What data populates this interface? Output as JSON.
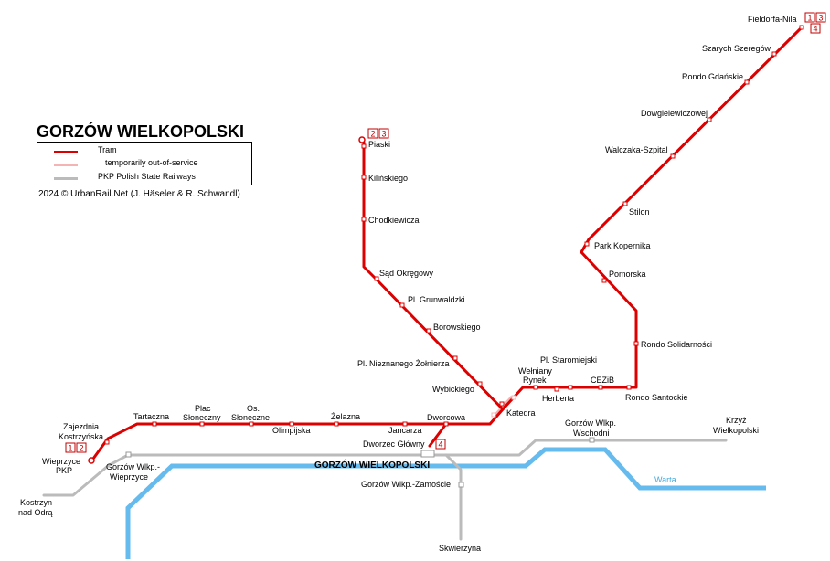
{
  "title": "GORZÓW WIELKOPOLSKI",
  "legend": {
    "tram": "Tram",
    "out_of_service": "temporarily out-of-service",
    "rail": "PKP Polish State Railways"
  },
  "credit": "2024 © UrbanRail.Net (J. Häseler & R. Schwandl)",
  "colors": {
    "tram": "#dd0000",
    "out_of_service": "#f4b4b4",
    "rail": "#bbbbbb",
    "river": "#66bbee",
    "badge": "#c00000"
  },
  "river_name": "Warta",
  "city_label": "GORZÓW WIELKOPOLSKI",
  "terminus_badges": {
    "fieldorfa_nila": [
      "1",
      "3",
      "4"
    ],
    "piaski": [
      "2",
      "3"
    ],
    "wieprzyce_pkp": [
      "1",
      "2"
    ],
    "dworzec_glowny": [
      "4"
    ]
  },
  "tram_stations": {
    "fieldorfa_nila": "Fieldorfa-Nila",
    "szarych_szeregow": "Szarych Szeregów",
    "rondo_gdanskie": "Rondo Gdańskie",
    "dowgielewiczowej": "Dowgielewiczowej",
    "walczaka_szpital": "Walczaka-Szpital",
    "stilon": "Stilon",
    "park_kopernika": "Park Kopernika",
    "pomorska": "Pomorska",
    "rondo_solidarnosci": "Rondo Solidarności",
    "rondo_santockie": "Rondo Santockie",
    "cezib": "CEZiB",
    "pl_staromiejski": "Pl. Staromiejski",
    "welniany_rynek_1": "Wełniany",
    "welniany_rynek_2": "Rynek",
    "herberta": "Herberta",
    "katedra": "Katedra",
    "piaski": "Piaski",
    "kilinskiego": "Kilińskiego",
    "chodkiewicza": "Chodkiewicza",
    "sad_okregowy": "Sąd Okręgowy",
    "pl_grunwaldzki": "Pl. Grunwaldzki",
    "borowskiego": "Borowskiego",
    "pl_nieznanego": "Pl. Nieznanego Żołnierza",
    "wybickiego": "Wybickiego",
    "dworcowa": "Dworcowa",
    "jancarza": "Jancarza",
    "zelazna": "Żelazna",
    "olimpijska": "Olimpijska",
    "os_sloneczne_1": "Os.",
    "os_sloneczne_2": "Słoneczne",
    "plac_sloneczny_1": "Plac",
    "plac_sloneczny_2": "Słoneczny",
    "tartaczna": "Tartaczna",
    "zajezdnia_1": "Zajezdnia",
    "zajezdnia_2": "Kostrzyńska",
    "wieprzyce_1": "Wieprzyce",
    "wieprzyce_2": "PKP",
    "dworzec_glowny": "Dworzec Główny"
  },
  "rail_labels": {
    "kostrzyn_1": "Kostrzyn",
    "kostrzyn_2": "nad Odrą",
    "wlkp_wieprzyce_1": "Gorzów Wlkp.-",
    "wlkp_wieprzyce_2": "Wieprzyce",
    "wlkp_zamoscie": "Gorzów Wlkp.-Zamoście",
    "skwierzyna": "Skwierzyna",
    "wlkp_wschodni_1": "Gorzów Wlkp.",
    "wlkp_wschodni_2": "Wschodni",
    "krzyz_1": "Krzyż",
    "krzyz_2": "Wielkopolski"
  }
}
